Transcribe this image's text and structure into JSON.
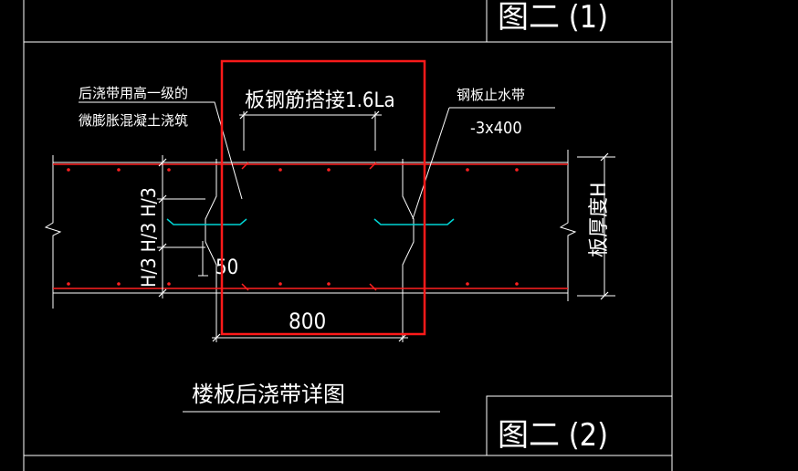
{
  "title_blocks": {
    "top": "图二 (1)",
    "bottom": "图二 (2)"
  },
  "drawing": {
    "caption": "楼板后浇带详图",
    "note_left_line1": "后浇带用高一级的",
    "note_left_line2": "微膨胀混凝土浇筑",
    "note_top": "板钢筋搭接1.6La",
    "note_right_line1": "钢板止水带",
    "note_right_line2": "-3x400",
    "thickness_label": "板厚度H",
    "vertical_dim_label": "H/3 H/3 H/3",
    "dim_50": "50",
    "dim_800": "800"
  },
  "colors": {
    "background": "#000000",
    "lines": "#ffffff",
    "rebar": "#ff2020",
    "waterstop": "#00d4d4",
    "highlight_box": "#ff1a1a"
  }
}
